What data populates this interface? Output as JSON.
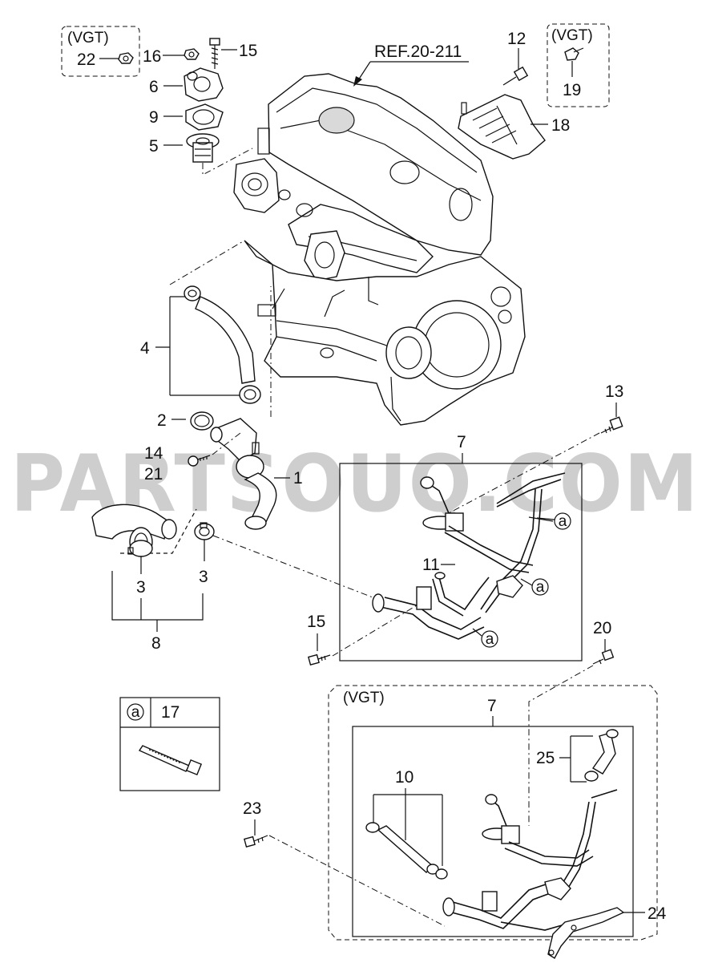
{
  "diagram": {
    "reference": "REF.20-211",
    "watermark": "PARTSOUQ.COM",
    "vgt_tag": "(VGT)",
    "callouts": {
      "p1": "1",
      "p2": "2",
      "p3a": "3",
      "p3b": "3",
      "p4": "4",
      "p5": "5",
      "p6": "6",
      "p7a": "7",
      "p7b": "7",
      "p8": "8",
      "p9": "9",
      "p10": "10",
      "p11": "11",
      "p12": "12",
      "p13": "13",
      "p14": "14",
      "p15a": "15",
      "p15b": "15",
      "p16": "16",
      "p18": "18",
      "p19": "19",
      "p20": "20",
      "p21": "21",
      "p22": "22",
      "p23": "23",
      "p24": "24",
      "p25": "25"
    },
    "clip_marker": "a",
    "legend": {
      "marker": "a",
      "part_no": "17"
    }
  }
}
